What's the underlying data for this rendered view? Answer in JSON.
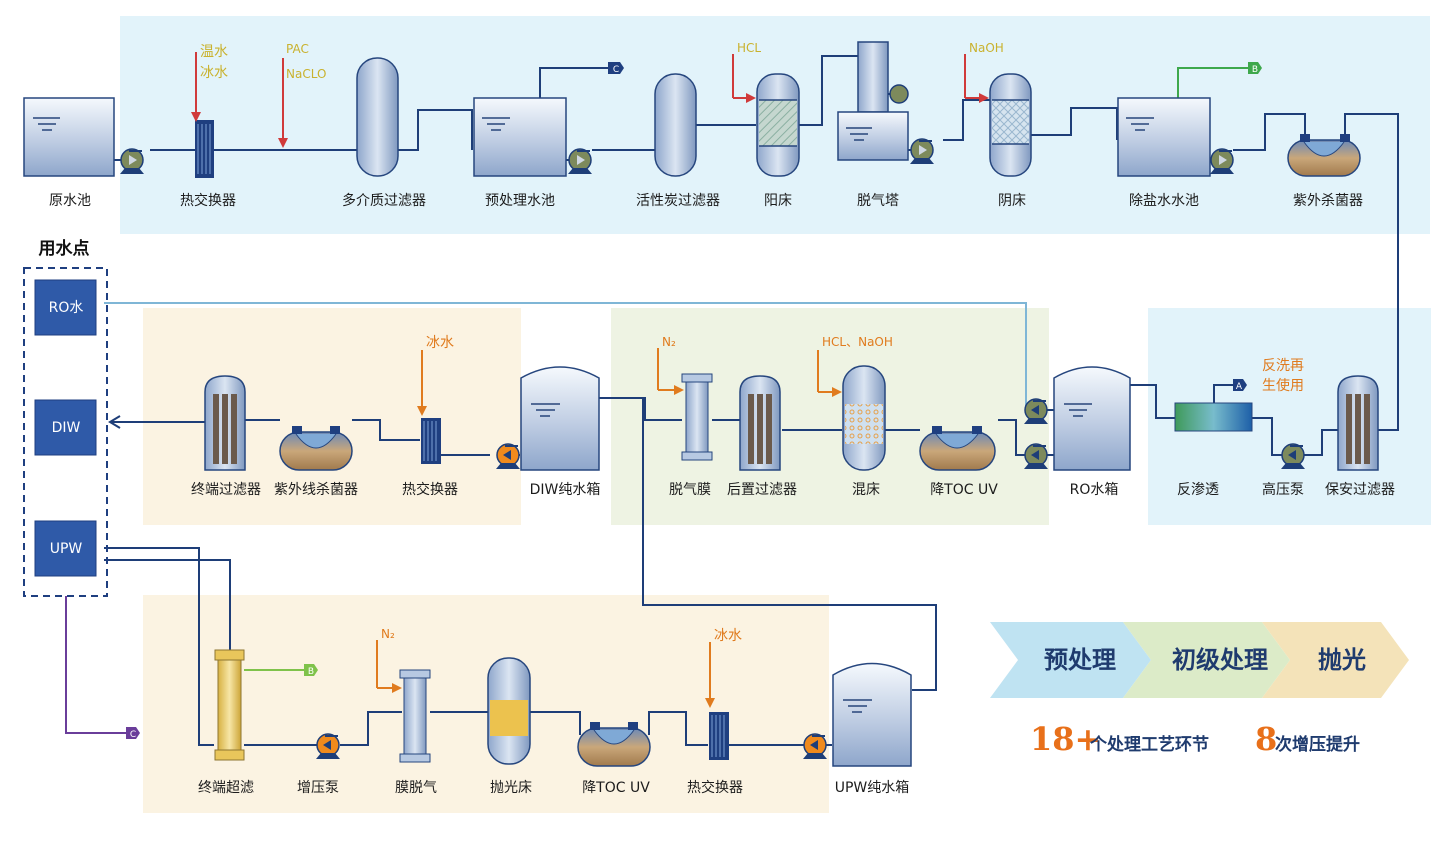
{
  "equipment": {
    "raw_pool": "原水池",
    "heat_exchanger_1": "热交换器",
    "multimedia_filter": "多介质过滤器",
    "pretreat_pool": "预处理水池",
    "carbon_filter": "活性炭过滤器",
    "cation_bed": "阳床",
    "degas_tower": "脱气塔",
    "anion_bed": "阴床",
    "demin_pool": "除盐水水池",
    "uv_sterilizer_1": "紫外杀菌器",
    "final_filter_1": "终端过滤器",
    "uv_sterilizer_2": "紫外线杀菌器",
    "heat_exchanger_2": "热交换器",
    "diw_tank": "DIW纯水箱",
    "degas_membrane_1": "脱气膜",
    "post_filter": "后置过滤器",
    "mixed_bed": "混床",
    "toc_uv_1": "降TOC UV",
    "ro_tank": "RO水箱",
    "reverse_osmosis": "反渗透",
    "hp_pump": "高压泵",
    "security_filter": "保安过滤器",
    "final_uf": "终端超滤",
    "booster_pump": "增压泵",
    "membrane_degas": "膜脱气",
    "polish_bed": "抛光床",
    "toc_uv_2": "降TOC UV",
    "heat_exchanger_3": "热交换器",
    "upw_tank": "UPW纯水箱"
  },
  "chemicals": {
    "warm_water": "温水",
    "ice_water_1": "冰水",
    "pac": "PAC",
    "naclo": "NaCLO",
    "hcl": "HCL",
    "naoh": "NaOH",
    "ice_water_2": "冰水",
    "n2_1": "N₂",
    "hcl_naoh": "HCL、NaOH",
    "backwash_1": "反洗再",
    "backwash_2": "生使用",
    "n2_2": "N₂",
    "ice_water_3": "冰水"
  },
  "connectors": {
    "c1": "C",
    "b1": "B",
    "a1": "A",
    "b2": "B",
    "c2": "C"
  },
  "points": {
    "title": "用水点",
    "ro": "RO水",
    "diw": "DIW",
    "upw": "UPW"
  },
  "stages": [
    "预处理",
    "初级处理",
    "抛光"
  ],
  "stats": {
    "count_num": "18+",
    "count_text": "个处理工艺环节",
    "boost_num": "8",
    "boost_text": "次增压提升"
  },
  "colors": {
    "pretreat_bg": "#e2f3fa",
    "primary_bg": "#eef3e3",
    "polish_bg": "#fbf3e2",
    "pipe": "#1e3e78",
    "pump_orange": "#f08a1c",
    "pump_green": "#7d8a5c",
    "accent_orange": "#e8701a",
    "chem_yellow": "#c9b22e",
    "chem_red": "#d64b3f",
    "point_blue": "#2f5aa8"
  }
}
